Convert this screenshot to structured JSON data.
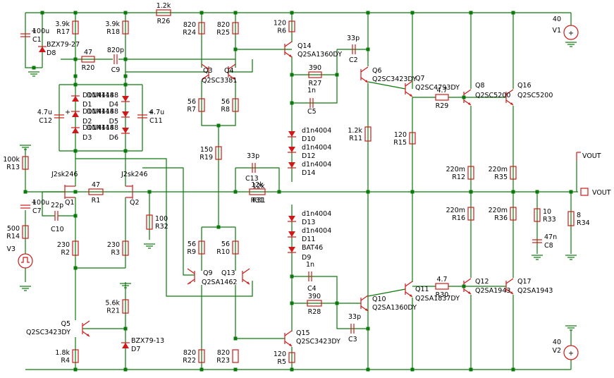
{
  "labels": {
    "R17": "R17",
    "R17_val": "3.9k",
    "R18": "R18",
    "R18_val": "3.9k",
    "R26": "R26",
    "R26_val": "1.2k",
    "R24": "R24",
    "R24_val": "820",
    "R25": "R25",
    "R25_val": "820",
    "R6": "R6",
    "R6_val": "120",
    "C1": "C1",
    "C1_val": "100u",
    "D8": "D8",
    "D8_val": "BZX79-27",
    "R20": "R20",
    "R20_val": "47",
    "C9": "C9",
    "C9_val": "820p",
    "Q3": "Q3",
    "Q3_model": "Q2SC3381",
    "Q4": "Q4",
    "Q4_model": "Q2SC3381",
    "Q14": "Q14",
    "Q14_model": "Q2SA1360DY",
    "C2": "C2",
    "C2_val": "33p",
    "R27": "R27",
    "R27_val": "390",
    "C5": "C5",
    "C5_val": "1n",
    "Q6": "Q6",
    "Q6_model": "Q2SC3423DY",
    "Q7": "Q7",
    "Q7_model": "Q2SC4793DY",
    "R29": "R29",
    "R29_val": "4.7",
    "Q8": "Q8",
    "Q8_model": "Q2SC5200",
    "Q16": "Q16",
    "Q16_model": "Q2SC5200",
    "V1": "V1",
    "V1_val": "40",
    "D1": "D1",
    "D1_model": "D1N4148",
    "D2": "D2",
    "D2_model": "D1N4148",
    "D3": "D3",
    "D3_model": "D1N4148",
    "D4": "D4",
    "D4_model": "D1N4148",
    "D5": "D5",
    "D5_model": "D1N4148",
    "D6": "D6",
    "D6_model": "D1N4148",
    "C12": "C12",
    "C12_val": "4.7u",
    "C11": "C11",
    "C11_val": "4.7u",
    "R7": "R7",
    "R7_val": "56",
    "R8": "R8",
    "R8_val": "56",
    "D10": "D10",
    "D10_model": "d1n4004",
    "D12": "D12",
    "D12_model": "d1n4004",
    "D14": "D14",
    "D14_model": "d1n4004",
    "R11": "R11",
    "R11_val": "1.2k",
    "R15": "R15",
    "R15_val": "120",
    "R12": "R12",
    "R12_val": "220m",
    "R35": "R35",
    "R35_val": "220m",
    "VOUT": "VOUT",
    "R13": "R13",
    "R13_val": "100k",
    "R19": "R19",
    "R19_val": "150",
    "C13": "C13",
    "C13_val": "33p",
    "R31": "R31",
    "R31_val": "12k",
    "Q1": "Q1",
    "Q1_model": "J2sk246",
    "Q2": "Q2",
    "Q2_model": "J2sk246",
    "R1": "R1",
    "R1_val": "47",
    "C7": "C7",
    "C7_val": "100u",
    "C10": "C10",
    "C10_val": "22p",
    "R32": "R32",
    "R32_val": "100",
    "R16": "R16",
    "R16_val": "220m",
    "R36": "R36",
    "R36_val": "220m",
    "R33": "R33",
    "R33_val": "10",
    "R34": "R34",
    "R34_val": "8",
    "C8": "C8",
    "C8_val": "47n",
    "R14": "R14",
    "R14_val": "500",
    "V3": "V3",
    "R2": "R2",
    "R2_val": "230",
    "R3": "R3",
    "R3_val": "230",
    "D13": "D13",
    "D13_model": "d1n4004",
    "D11": "D11",
    "D11_model": "d1n4004",
    "D9": "D9",
    "D9_model": "BAT46",
    "R9": "R9",
    "R9_val": "56",
    "R10": "R10",
    "R10_val": "56",
    "Q9": "Q9",
    "Q9_model": "Q2SA1462",
    "Q13": "Q13",
    "Q13_model": "Q2SA1462",
    "C4": "C4",
    "C4_val": "1n",
    "R28": "R28",
    "R28_val": "390",
    "Q10": "Q10",
    "Q10_model": "Q2SA1360DY",
    "Q11": "Q11",
    "Q11_model": "Q2SA1837DY",
    "R30": "R30",
    "R30_val": "4.7",
    "Q12": "Q12",
    "Q12_model": "Q2SA1943",
    "Q17": "Q17",
    "Q17_model": "Q2SA1943",
    "R21": "R21",
    "R21_val": "5.6k",
    "Q5": "Q5",
    "Q5_model": "Q2SC3423DY",
    "C3": "C3",
    "C3_val": "33p",
    "D7": "D7",
    "D7_model": "BZX79-13",
    "Q15": "Q15",
    "Q15_model": "Q2SC3423DY",
    "R4": "R4",
    "R4_val": "1.8k",
    "R22": "R22",
    "R22_val": "820",
    "R23": "R23",
    "R23_val": "820",
    "R5": "R5",
    "R5_val": "120",
    "V2": "V2",
    "V2_val": "40"
  },
  "colors": {
    "wire": "#0a7a0a",
    "component": "#d01818",
    "junction": "#0a7a0a",
    "text": "#000000"
  }
}
